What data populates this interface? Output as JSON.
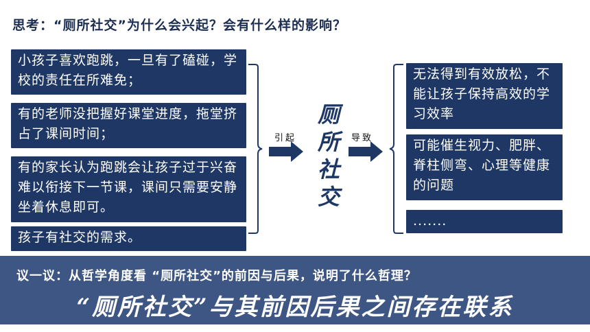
{
  "question": "思考：“厕所社交”为什么会兴起？会有什么样的影响？",
  "causes": [
    "小孩子喜欢跑跳，一旦有了磕碰，学校的责任在所难免；",
    "有的老师没把握好课堂进度，拖堂挤占了课间时间；",
    "有的家长认为跑跳会让孩子过于兴奋难以衔接下一节课，课间只需要安静坐着休息即可。",
    "孩子有社交的需求。"
  ],
  "left_arrow_label": "引起",
  "right_arrow_label": "导致",
  "center_title": "厕所社交",
  "effects": [
    "无法得到有效放松，不能让孩子保持高效的学习效率",
    "可能催生视力、肥胖、脊柱侧弯、心理等健康的问题",
    "......."
  ],
  "banner": {
    "question": "议一议：从哲学角度看 “厕所社交”的前因与后果，说明了什么哲理？",
    "answer": "“厕所社交”与其前因后果之间存在联系"
  },
  "colors": {
    "box": "#1e3765",
    "banner": "#3e5683",
    "arrow": "#1e3765"
  }
}
